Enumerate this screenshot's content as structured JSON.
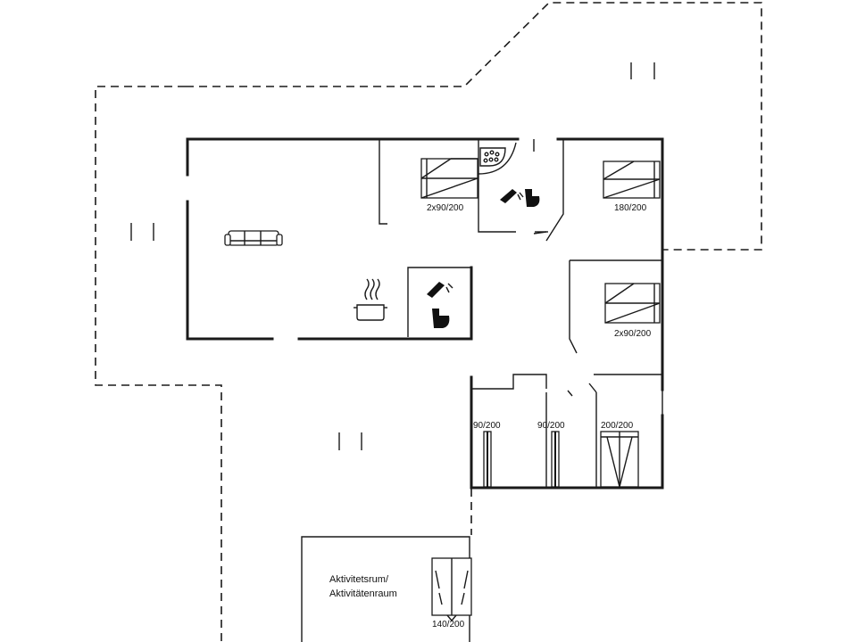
{
  "rooms": {
    "bedroom_top": {
      "label": "2x90/200"
    },
    "bedroom_right_top": {
      "label": "180/200"
    },
    "bedroom_right_mid": {
      "label": "2x90/200"
    },
    "bunk_left": {
      "label": "90/200"
    },
    "bunk_mid": {
      "label": "90/200"
    },
    "bed_right_bottom": {
      "label": "200/200"
    },
    "activity_room": {
      "name_line1": "Aktivitetsrum/",
      "name_line2": "Aktivitätenraum",
      "bed_label": "140/200"
    }
  },
  "icons": {
    "sofa": "sofa-icon",
    "cooking_pot": "cooking-pot-icon",
    "shower": "shower-icon",
    "toilet": "toilet-icon",
    "whirlpool": "whirlpool-icon"
  },
  "colors": {
    "wall": "#1a1a1a",
    "background": "#ffffff"
  }
}
